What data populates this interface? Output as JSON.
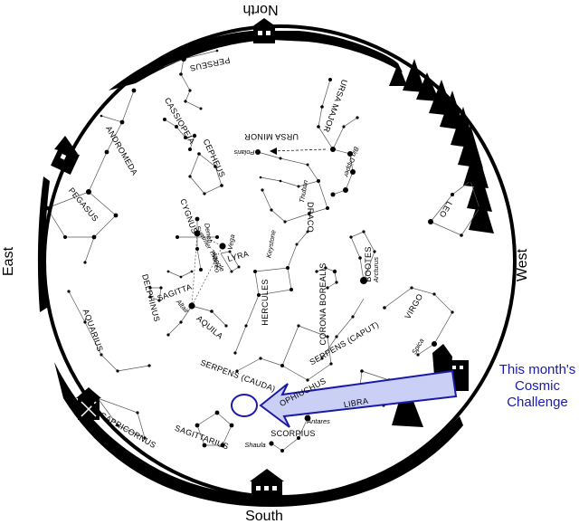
{
  "directions": {
    "north": "North",
    "south": "South",
    "east": "East",
    "west": "West"
  },
  "constellations": {
    "perseus": "PERSEUS",
    "cassiopeia": "CASSIOPEIA",
    "andromeda": "ANDROMEDA",
    "cepheus": "CEPHEUS",
    "ursa_major": "URSA MAJOR",
    "ursa_minor": "URSA MINOR",
    "pegasus": "PEGASUS",
    "cygnus": "CYGNUS",
    "draco": "DRACO",
    "leo": "LEO",
    "lyra": "LYRA",
    "bootes": "BOOTES",
    "sagitta": "SAGITTA",
    "delphinus": "DELPHINUS",
    "hercules": "HERCULES",
    "corona_borealis": "CORONA BOREALIS",
    "aquarius": "AQUARIUS",
    "aquila": "AQUILA",
    "virgo": "VIRGO",
    "serpens_caput": "SERPENS (CAPUT)",
    "serpens_cauda": "SERPENS (CAUDA)",
    "ophiuchus": "OPHIUCHUS",
    "libra": "LIBRA",
    "capricornus": "CAPRICORNUS",
    "sagittarius": "SAGITTARIUS",
    "scorpius": "SCORPIUS"
  },
  "stars": {
    "polaris": "Polaris",
    "big_dipper": "Big Dipper",
    "thuban": "Thuban",
    "keystone": "Keystone",
    "deneb": "Deneb",
    "vega": "Vega",
    "summer_triangle": "Summer Triangle",
    "albireo": "Albireo",
    "arcturus": "Arcturus",
    "altair": "Altair",
    "spica": "Spica",
    "antares": "Antares",
    "shaula": "Shaula"
  },
  "callout": {
    "line1": "This month's",
    "line2": "Cosmic",
    "line3": "Challenge",
    "color": "#1a1aa8"
  }
}
